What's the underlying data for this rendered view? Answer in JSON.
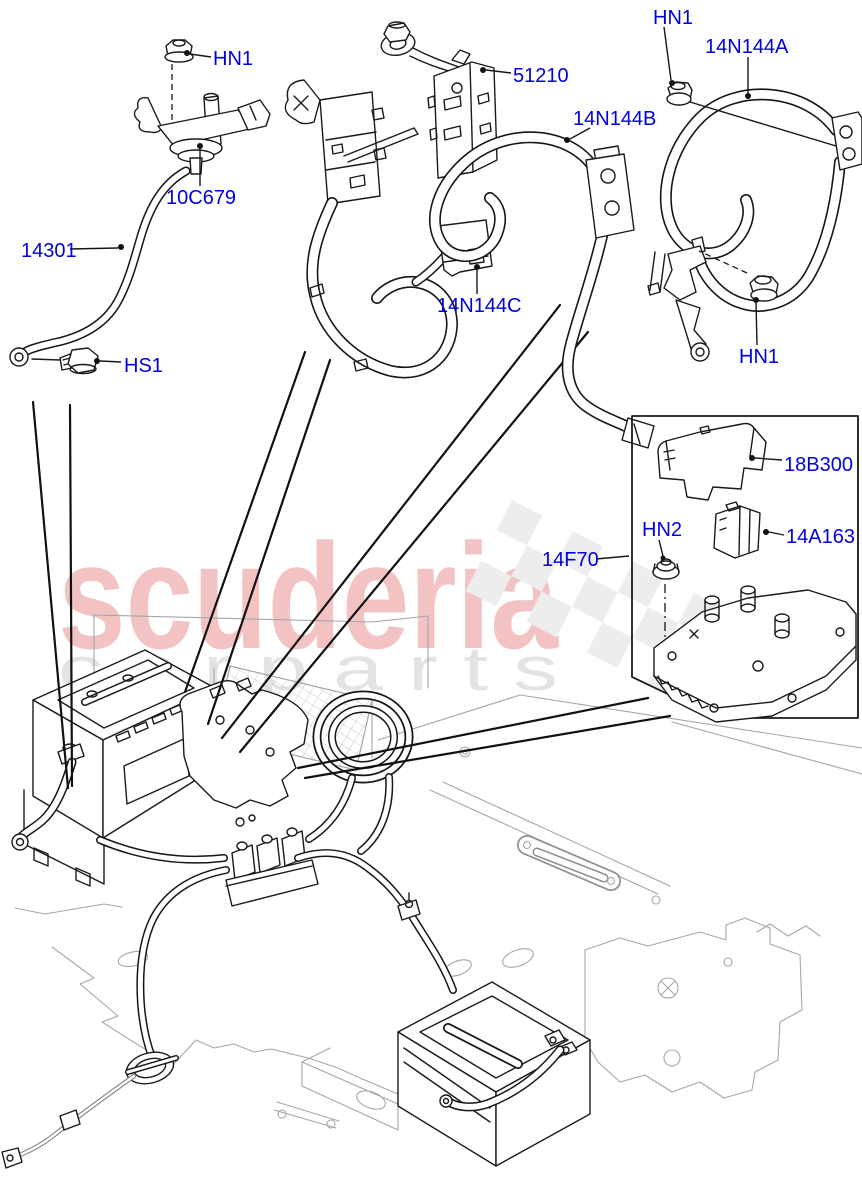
{
  "watermark": {
    "brand": "scuderia",
    "tagline": "c a r p a r t s",
    "brand_color": "#f3c3c3",
    "tagline_color": "#e3e3e3"
  },
  "diagram": {
    "label_color": "#0000E0",
    "labels": [
      {
        "id": "hn1-top-left",
        "text": "HN1"
      },
      {
        "id": "p10c679",
        "text": "10C679"
      },
      {
        "id": "p14301",
        "text": "14301"
      },
      {
        "id": "hs1",
        "text": "HS1"
      },
      {
        "id": "p51210",
        "text": "51210"
      },
      {
        "id": "p14n144c",
        "text": "14N144C"
      },
      {
        "id": "p14n144b",
        "text": "14N144B"
      },
      {
        "id": "hn1-top-right",
        "text": "HN1"
      },
      {
        "id": "p14n144a",
        "text": "14N144A"
      },
      {
        "id": "hn1-mid-right",
        "text": "HN1"
      },
      {
        "id": "p18b300",
        "text": "18B300"
      },
      {
        "id": "hn2",
        "text": "HN2"
      },
      {
        "id": "p14a163",
        "text": "14A163"
      },
      {
        "id": "p14f70",
        "text": "14F70"
      }
    ]
  }
}
